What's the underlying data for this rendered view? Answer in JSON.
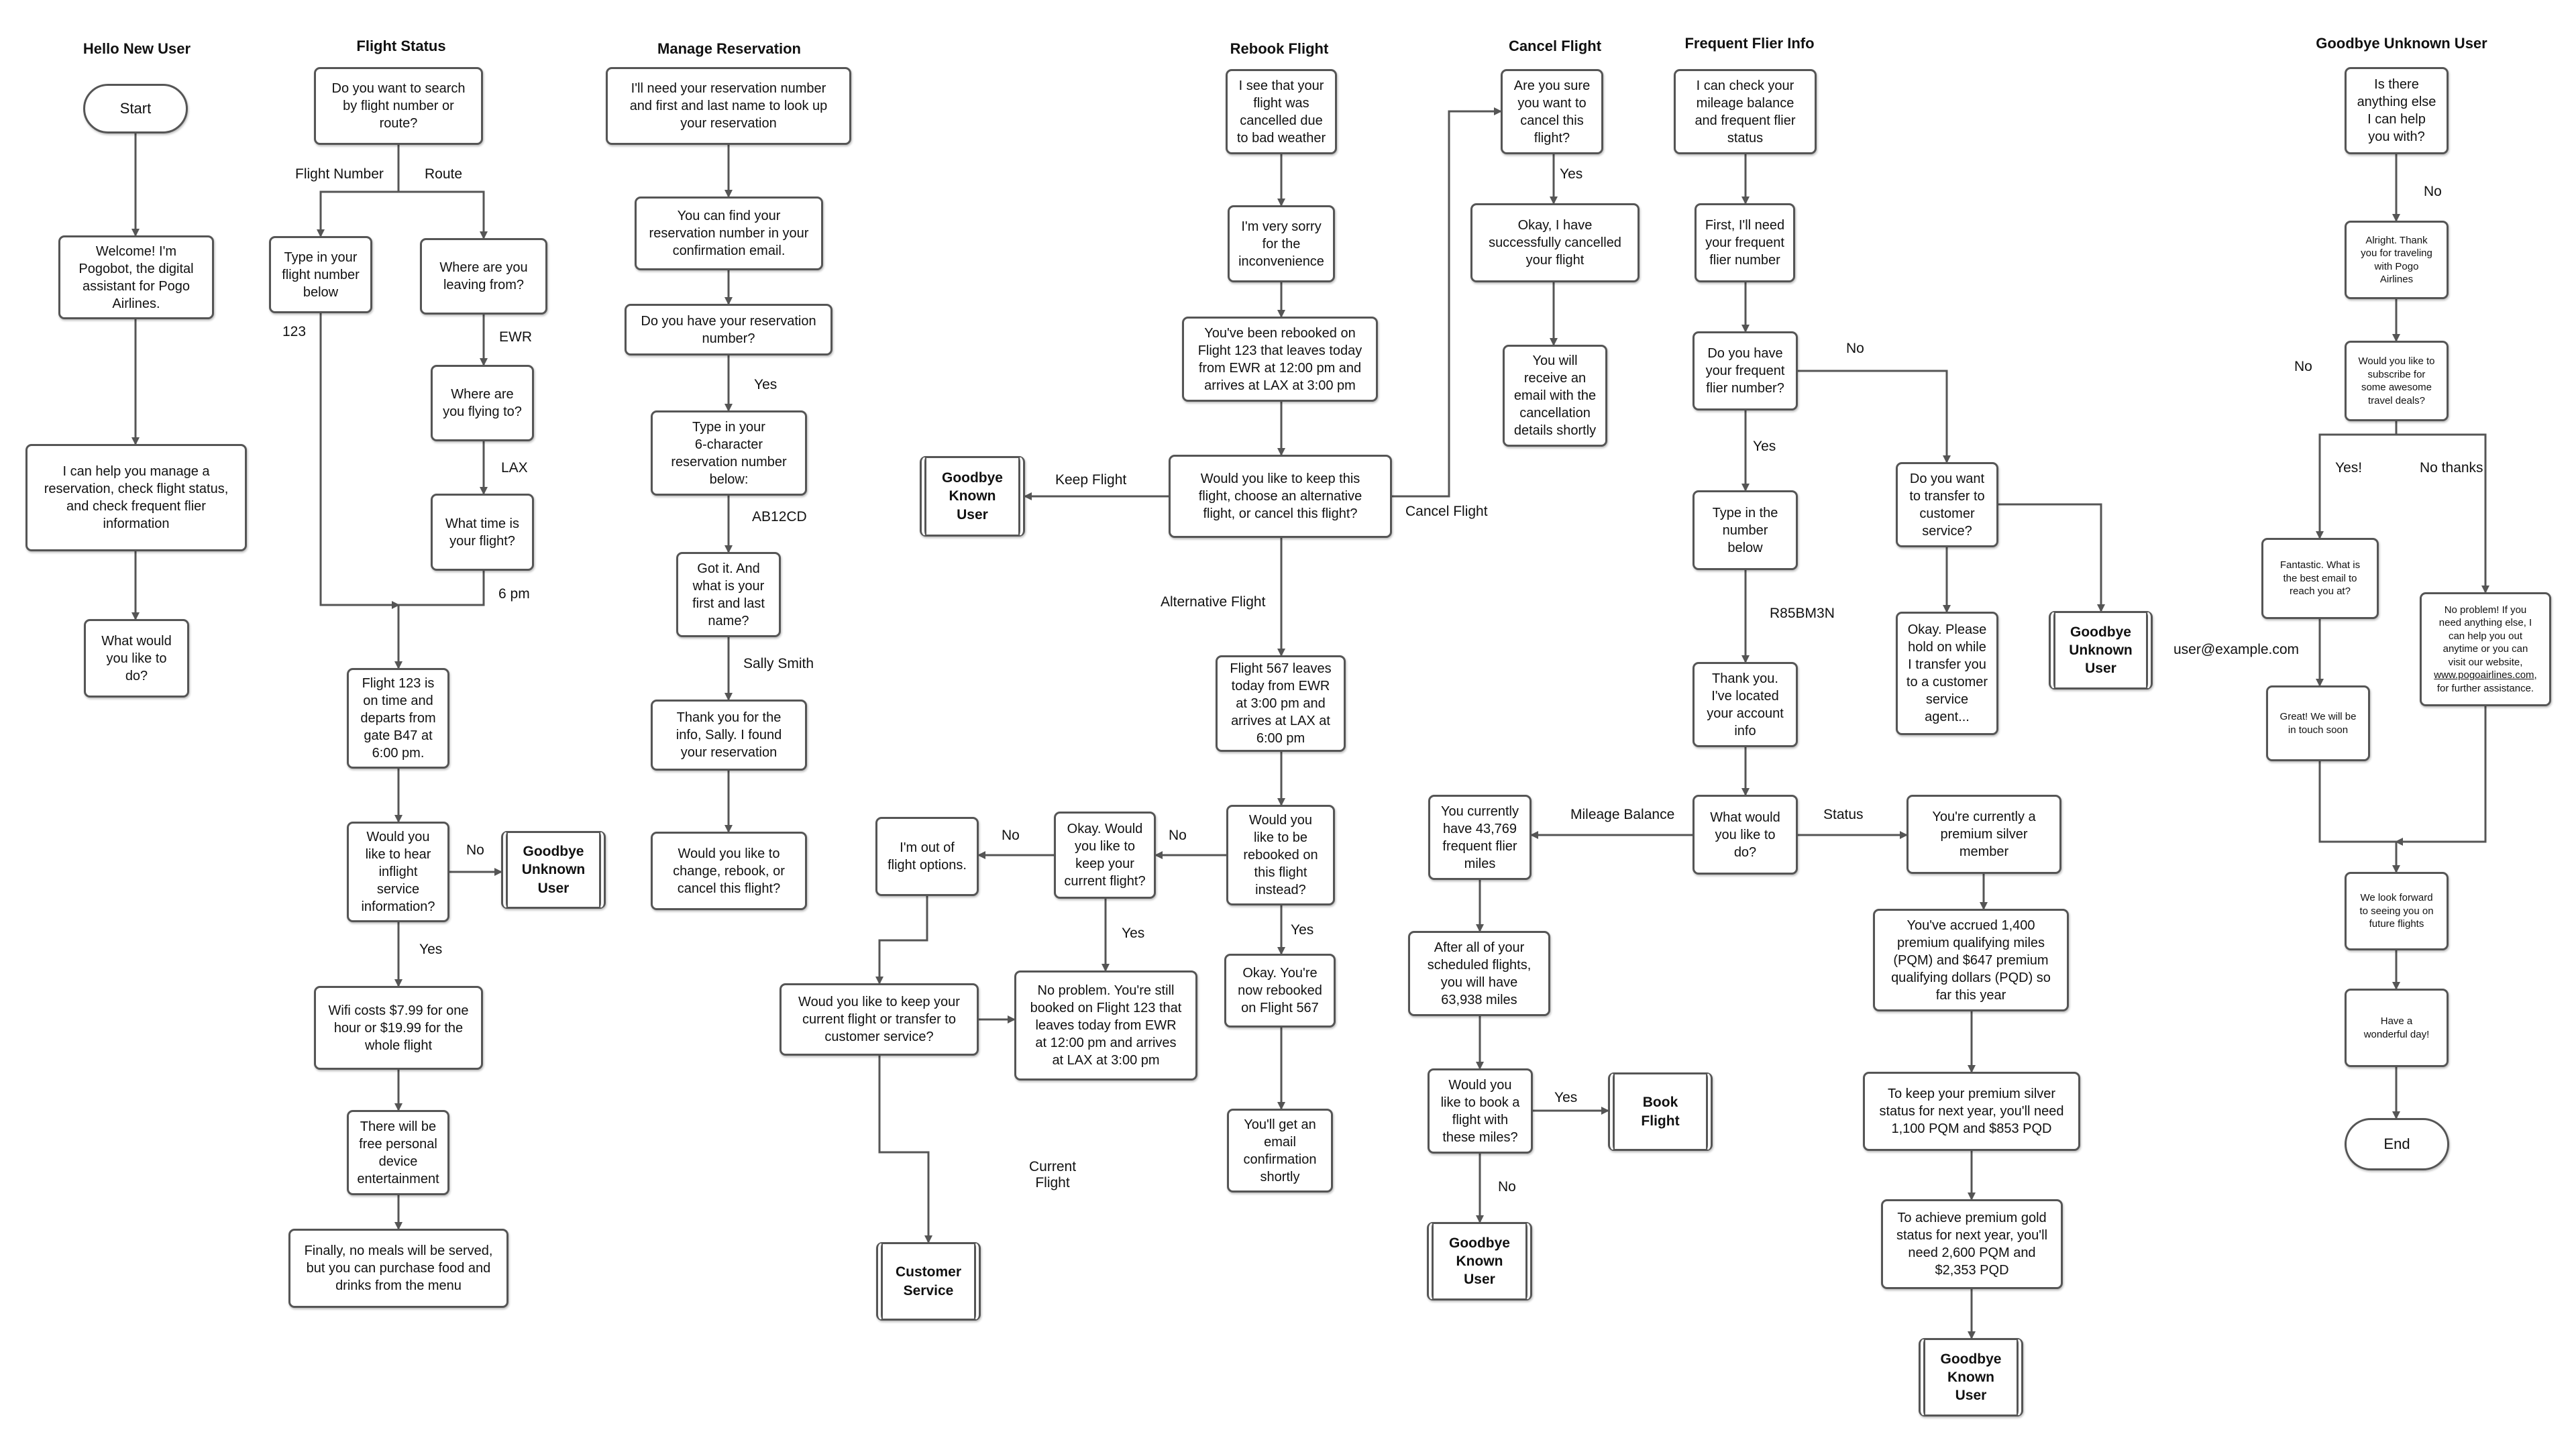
{
  "lanes": {
    "hello": "Hello New User",
    "flight_status": "Flight Status",
    "manage": "Manage Reservation",
    "rebook": "Rebook Flight",
    "cancel": "Cancel Flight",
    "flier": "Frequent Flier Info",
    "goodbye": "Goodbye Unknown User"
  },
  "nodes": {
    "start": "Start",
    "welcome": "Welcome! I'm\nPogobot, the digital\nassistant for Pogo\nAirlines.",
    "help": "I can help you manage a\nreservation, check flight status,\nand check frequent flier\ninformation",
    "what_do": "What would\nyou like to\ndo?",
    "fs_search": "Do you want to search\nby flight number or\nroute?",
    "fs_type_num": "Type in your\nflight number\nbelow",
    "fs_leaving": "Where are you\nleaving from?",
    "fs_flying_to": "Where are\nyou flying to?",
    "fs_time": "What time is\nyour flight?",
    "fs_flight123": "Flight 123 is\non time and\ndeparts from\ngate B47 at\n6:00 pm.",
    "fs_inflight": "Would you\nlike to hear\ninflight\nservice\ninformation?",
    "fs_gb_unknown": "Goodbye\nUnknown\nUser",
    "fs_wifi": "Wifi costs $7.99 for one\nhour or $19.99 for the\nwhole flight",
    "fs_ent": "There will be\nfree personal\ndevice\nentertainment",
    "fs_meals": "Finally, no meals will be served,\nbut you can purchase food and\ndrinks from the menu",
    "mr_need": "I'll need your reservation number\nand first and last name to look up\nyour reservation",
    "mr_find": "You can find your\nreservation number in your\nconfirmation email.",
    "mr_have": "Do you have your reservation\nnumber?",
    "mr_type6": "Type in your\n6-character\nreservation number\nbelow:",
    "mr_gotit": "Got it. And\nwhat is your\nfirst and last\nname?",
    "mr_thanks": "Thank you for the\ninfo, Sally. I found\nyour reservation",
    "mr_change": "Would you like to\nchange, rebook, or\ncancel this flight?",
    "rb_cancelled": "I see that your\nflight was\ncancelled due\nto bad weather",
    "rb_sorry": "I'm very sorry\nfor the\ninconvenience",
    "rb_rebooked": "You've been rebooked on\nFlight 123 that leaves today\nfrom EWR at 12:00 pm and\narrives at LAX at 3:00 pm",
    "rb_keep": "Would you like to keep this\nflight, choose an alternative\nflight, or cancel this flight?",
    "rb_gb_known": "Goodbye\nKnown\nUser",
    "rb_flight567": "Flight 567 leaves\ntoday from EWR\nat 3:00 pm and\narrives at LAX at\n6:00 pm",
    "rb_instead": "Would you\nlike to be\nrebooked on\nthis flight\ninstead?",
    "rb_now567": "Okay. You're\nnow rebooked\non Flight 567",
    "rb_email": "You'll get an\nemail\nconfirmation\nshortly",
    "rb_keep_current": "Okay. Would\nyou like to\nkeep your\ncurrent flight?",
    "rb_out": "I'm out of\nflight options.",
    "rb_still": "No problem. You're still\nbooked on Flight 123 that\nleaves today from EWR\nat 12:00 pm and arrives\nat LAX at 3:00 pm",
    "rb_keep_or_transfer": "Woud you like to keep your\ncurrent flight or transfer to\ncustomer service?",
    "rb_cs": "Customer\nService",
    "cf_sure": "Are you sure\nyou want to\ncancel this\nflight?",
    "cf_done": "Okay, I have\nsuccessfully cancelled\nyour flight",
    "cf_email": "You will\nreceive an\nemail with the\ncancellation\ndetails shortly",
    "ff_check": "I can check your\nmileage balance\nand frequent flier\nstatus",
    "ff_need": "First, I'll need\nyour frequent\nflier number",
    "ff_have": "Do you have\nyour frequent\nflier number?",
    "ff_type": "Type in the\nnumber\nbelow",
    "ff_transfer": "Do you want\nto transfer to\ncustomer\nservice?",
    "ff_hold": "Okay. Please\nhold on while\nI transfer you\nto a customer\nservice\nagent...",
    "ff_gb_unknown": "Goodbye\nUnknown\nUser",
    "ff_located": "Thank you.\nI've located\nyour account\ninfo",
    "ff_what": "What would\nyou like to\ndo?",
    "ff_miles": "You currently\nhave 43,769\nfrequent flier\nmiles",
    "ff_after": "After all of your\nscheduled flights,\nyou will have\n63,938 miles",
    "ff_book_q": "Would you\nlike to book a\nflight with\nthese miles?",
    "ff_book": "Book\nFlight",
    "ff_gb_known1": "Goodbye\nKnown\nUser",
    "ff_silver": "You're currently a\npremium silver\nmember",
    "ff_accrued": "You've accrued 1,400\npremium qualifying miles\n(PQM) and $647 premium\nqualifying dollars (PQD) so\nfar this year",
    "ff_keep_silver": "To keep your premium silver\nstatus for next year, you'll need\n1,100 PQM and $853 PQD",
    "ff_gold": "To achieve premium gold\nstatus for next year, you'll\nneed 2,600 PQM and\n$2,353 PQD",
    "ff_gb_known2": "Goodbye\nKnown\nUser",
    "gu_anything": "Is there\nanything else\nI can help\nyou with?",
    "gu_thanks": "Alright. Thank\nyou for traveling\nwith Pogo\nAirlines",
    "gu_subscribe": "Would you like to\nsubscribe for\nsome awesome\ntravel deals?",
    "gu_fantastic": "Fantastic. What is\nthe best email to\nreach you at?",
    "gu_great": "Great! We will be\nin touch soon",
    "gu_noproblem": "No problem! If you\nneed anything else, I\ncan help you out\nanytime or you can\nvisit our website,",
    "gu_website": "www.pogoairlines.com,",
    "gu_assist": "for further assistance.",
    "gu_forward": "We look forward\nto seeing you on\nfuture flights",
    "gu_wonderful": "Have a\nwonderful day!",
    "gu_end": "End"
  },
  "labels": {
    "flight_number": "Flight Number",
    "route": "Route",
    "n123": "123",
    "ewr": "EWR",
    "lax": "LAX",
    "six_pm": "6 pm",
    "no_inflight": "No",
    "yes_inflight": "Yes",
    "yes_res": "Yes",
    "ab12cd": "AB12CD",
    "sally": "Sally Smith",
    "keep_flight": "Keep Flight",
    "cancel_flight": "Cancel Flight",
    "alt_flight": "Alternative Flight",
    "no_instead": "No",
    "yes_instead": "Yes",
    "no_keep": "No",
    "yes_keep": "Yes",
    "current_flight": "Current\nFlight",
    "yes_cancel": "Yes",
    "no_ff": "No",
    "yes_ff": "Yes",
    "r85": "R85BM3N",
    "mileage_balance": "Mileage Balance",
    "status": "Status",
    "yes_book": "Yes",
    "no_book": "No",
    "email": "user@example.com",
    "no_anything": "No",
    "no_sub_left": "No",
    "yes_sub": "Yes!",
    "no_thanks": "No thanks"
  },
  "colors": {
    "line": "#555555",
    "text": "#111111",
    "background": "#ffffff"
  }
}
